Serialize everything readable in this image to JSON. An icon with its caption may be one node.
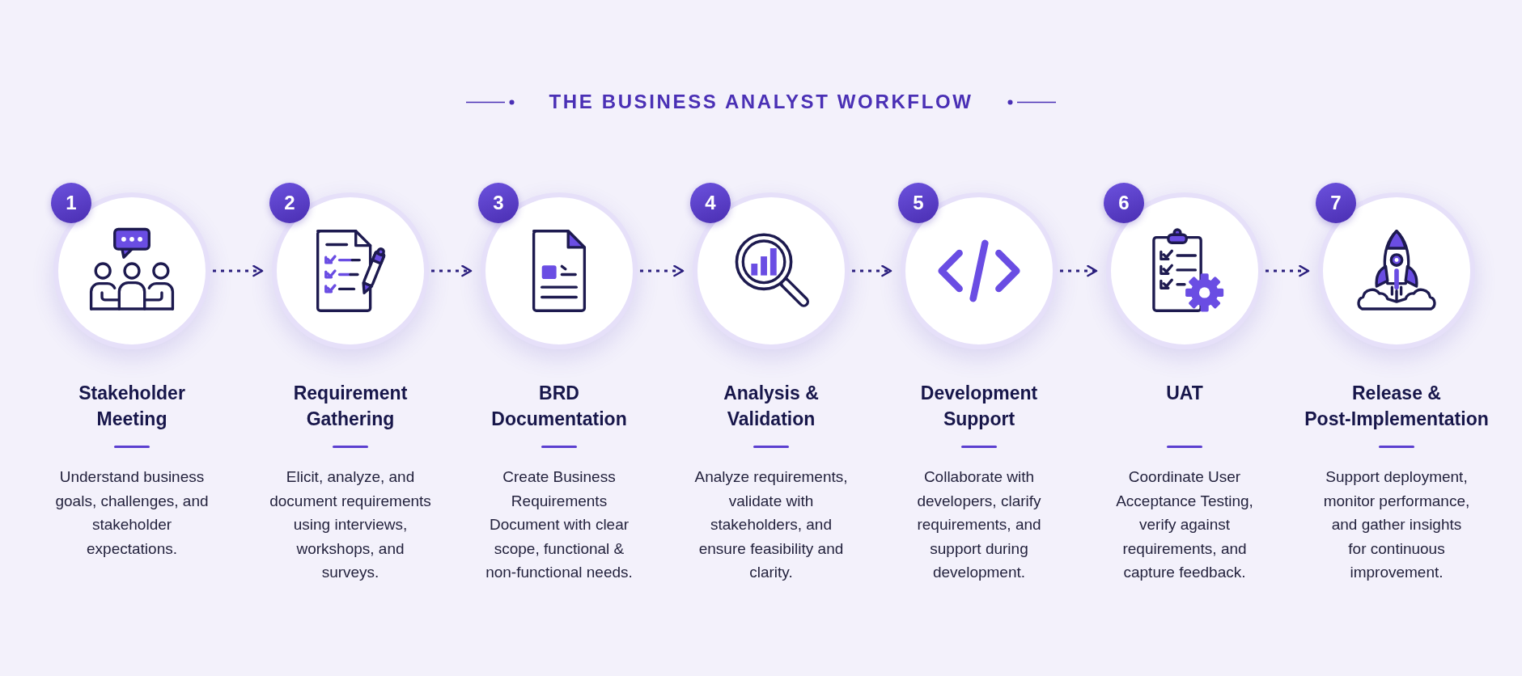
{
  "diagram": {
    "title": "THE BUSINESS ANALYST WORKFLOW",
    "nodes": [
      {
        "text": [
          "1",
          "Stakeholder Meeting"
        ],
        "beside": [
          "Understand business goals, challenges, and stakeholder expectations."
        ]
      },
      {
        "text": [
          "2",
          "Requirement Gathering"
        ],
        "beside": [
          "Elicit, analyze, and document requirements using interviews, workshops, and surveys."
        ]
      },
      {
        "text": [
          "3",
          "BRD Documentation"
        ],
        "beside": [
          "Create Business Requirements Document with clear scope, functional & non-functional needs."
        ]
      },
      {
        "text": [
          "4",
          "Analysis & Validation"
        ],
        "beside": [
          "Analyze requirements, validate with stakeholders, and ensure feasibility and clarity."
        ]
      },
      {
        "text": [
          "5",
          "Development Support"
        ],
        "beside": [
          "Collaborate with developers, clarify requirements, and support during development."
        ]
      },
      {
        "text": [
          "6",
          "UAT"
        ],
        "beside": [
          "Coordinate User Acceptance Testing, verify against requirements, and capture feedback."
        ]
      },
      {
        "text": [
          "7",
          "Release & Post-Implementation"
        ],
        "beside": [
          "Support deployment, monitor performance, and gather insights for continuous improvement."
        ]
      }
    ],
    "edges": [
      {
        "from": 0,
        "to": 1,
        "arrow": "to",
        "style": "dashed"
      },
      {
        "from": 1,
        "to": 2,
        "arrow": "to",
        "style": "dashed"
      },
      {
        "from": 2,
        "to": 3,
        "arrow": "to",
        "style": "dashed"
      },
      {
        "from": 3,
        "to": 4,
        "arrow": "to",
        "style": "dashed"
      },
      {
        "from": 4,
        "to": 5,
        "arrow": "to",
        "style": "dashed"
      },
      {
        "from": 5,
        "to": 6,
        "arrow": "to",
        "style": "dashed"
      }
    ]
  }
}
